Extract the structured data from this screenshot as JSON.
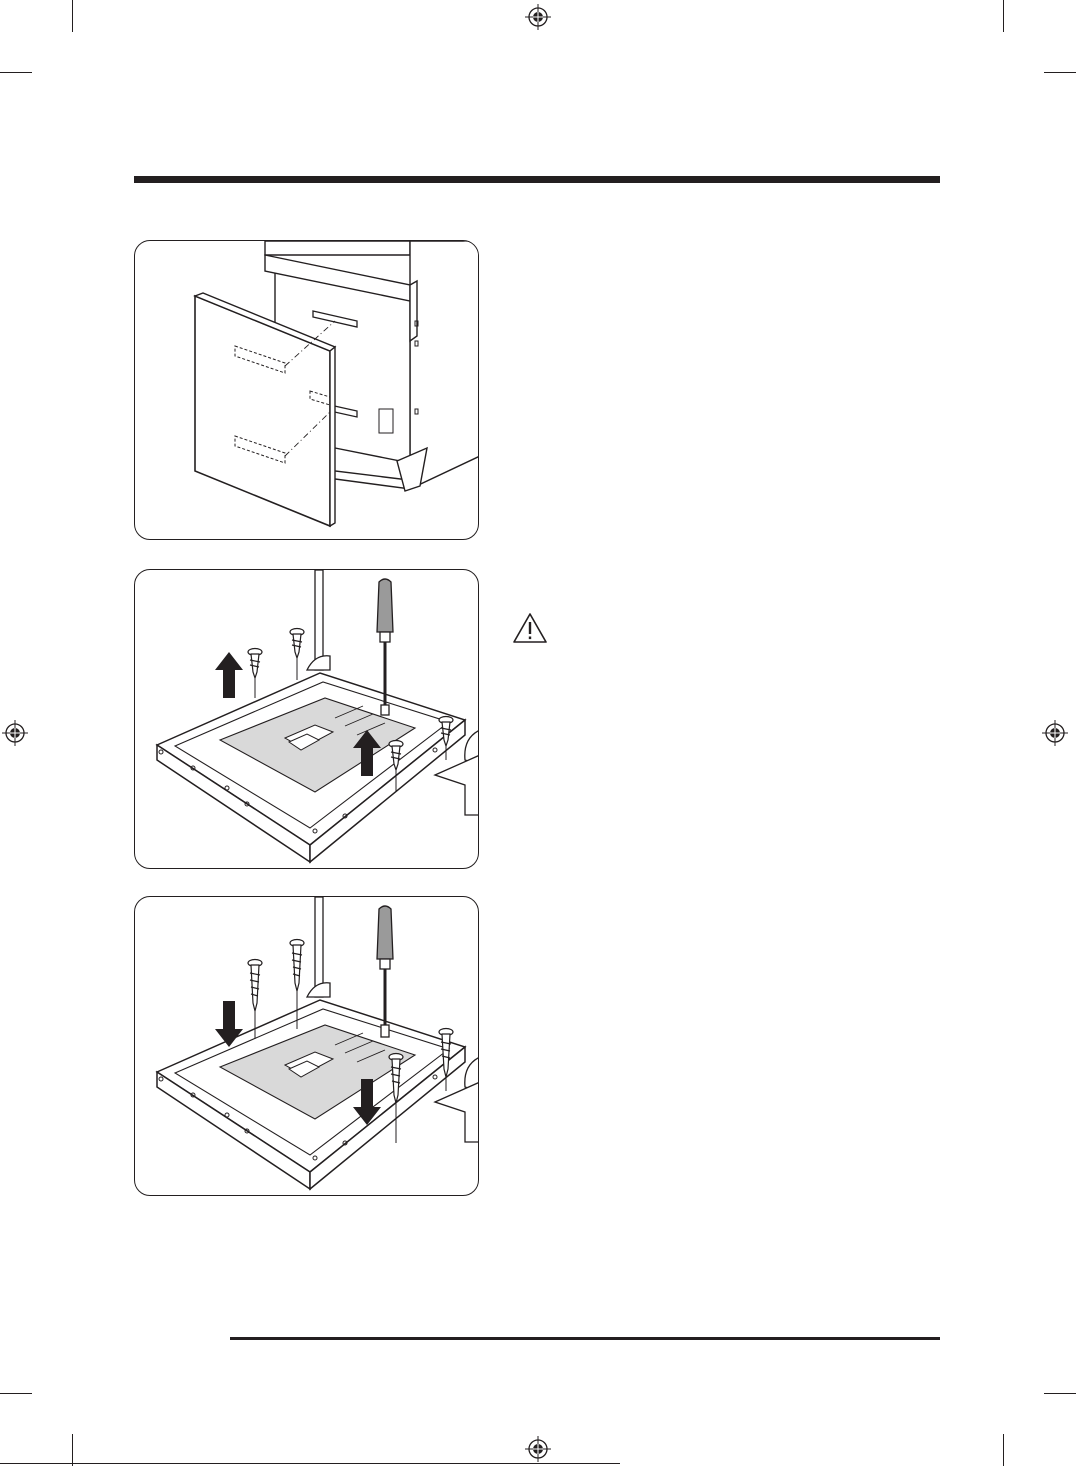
{
  "page": {
    "figures": [
      {
        "id": "fig-1",
        "depicts": "door-panel-alignment"
      },
      {
        "id": "fig-2",
        "depicts": "screw-removal"
      },
      {
        "id": "fig-3",
        "depicts": "screw-installation"
      }
    ],
    "icons": {
      "registration": "registration-mark-icon",
      "caution": "caution-triangle-icon",
      "arrow_up": "arrow-up-icon",
      "arrow_down": "arrow-down-icon",
      "screwdriver": "screwdriver-icon",
      "screw": "screw-icon"
    },
    "colors": {
      "ink": "#231f20",
      "paper": "#ffffff",
      "panel_fill": "#d9d9d9",
      "handle": "#9a9a9a"
    }
  }
}
